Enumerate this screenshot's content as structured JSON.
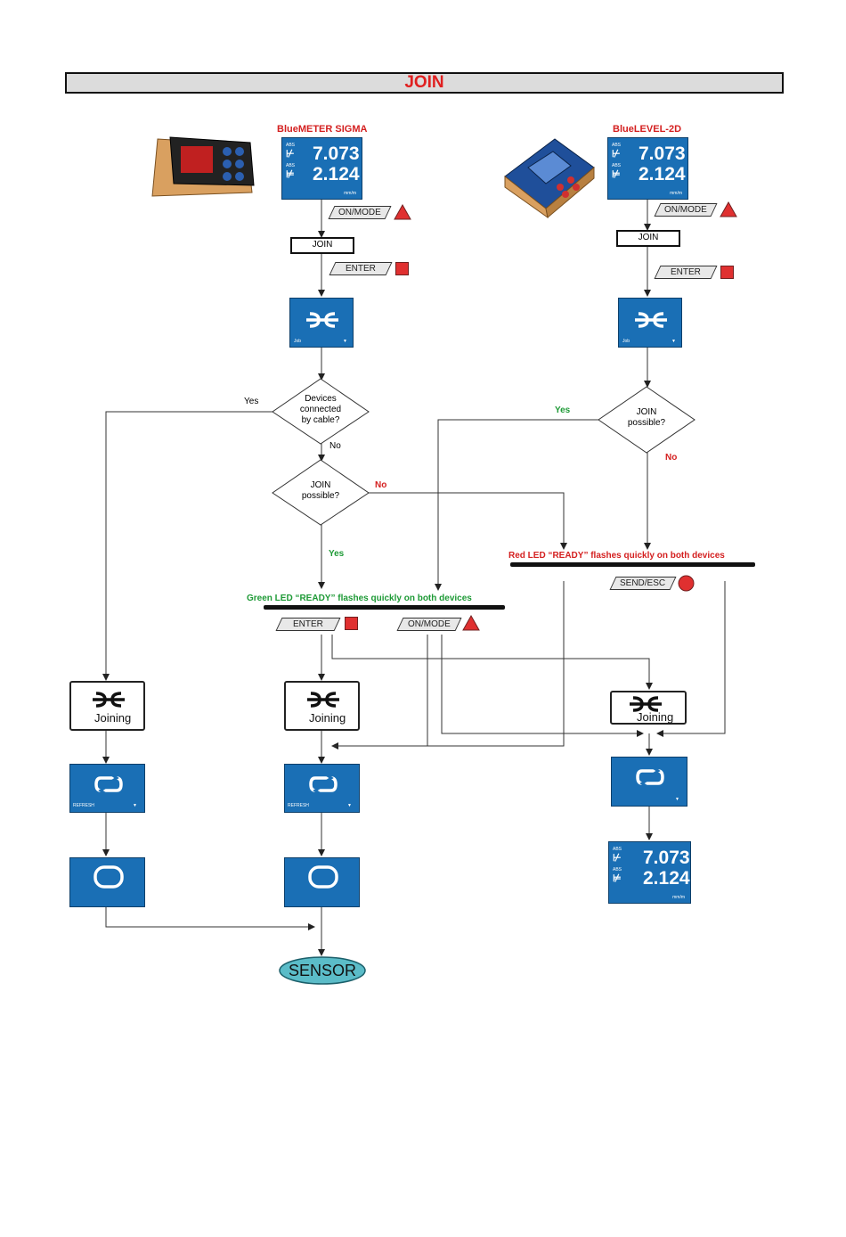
{
  "title": "JOIN",
  "devices": {
    "left": {
      "name": "BlueMETER SIGMA",
      "value1": "7.073",
      "value2": "2.124",
      "unit": "mm/m"
    },
    "right": {
      "name": "BlueLEVEL-2D",
      "value1": "7.073",
      "value2": "2.124",
      "unit": "mm/m"
    }
  },
  "screen_labels": {
    "abs": "ABS",
    "join": "Job",
    "refresh": "REFRESH",
    "joining": "Joining"
  },
  "keys": {
    "on_mode": "ON/MODE",
    "enter": "ENTER",
    "send_esc": "SEND/ESC"
  },
  "boxes": {
    "join_menu": "JOIN",
    "sensor": "SENSOR"
  },
  "decisions": {
    "cable": "Devices\nconnected\nby cable?",
    "possible": "JOIN\npossible?"
  },
  "labels": {
    "yes": "Yes",
    "no": "No"
  },
  "bars": {
    "green": "Green LED “READY” flashes quickly on both devices",
    "red": "Red LED “READY” flashes quickly on both devices"
  },
  "colors": {
    "screen_blue": "#1a6fb5",
    "accent_red": "#e02020",
    "accent_green": "#1e9a36"
  }
}
